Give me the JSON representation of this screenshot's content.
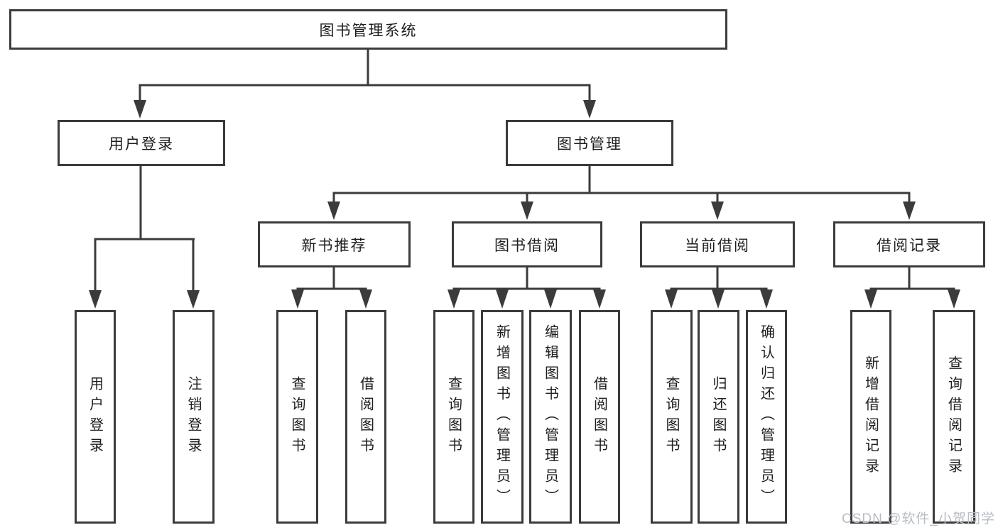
{
  "colors": {
    "line": "#3b3b3b",
    "box_border": "#3b3b3b",
    "text": "#1d1d1f",
    "background": "#ffffff",
    "watermark_text": "#b8bcc3"
  },
  "watermark": {
    "text": "CSDN @软件_小贺同学"
  },
  "tree": {
    "root": {
      "label": "图书管理系统"
    },
    "branches": [
      {
        "label": "用户登录",
        "children": [
          {
            "label": "用户登录"
          },
          {
            "label": "注销登录"
          }
        ]
      },
      {
        "label": "图书管理",
        "children": [
          {
            "label": "新书推荐",
            "children": [
              {
                "label": "查询图书"
              },
              {
                "label": "借阅图书"
              }
            ]
          },
          {
            "label": "图书借阅",
            "children": [
              {
                "label": "查询图书"
              },
              {
                "label": "新增图书（管理员）"
              },
              {
                "label": "编辑图书（管理员）"
              },
              {
                "label": "借阅图书"
              }
            ]
          },
          {
            "label": "当前借阅",
            "children": [
              {
                "label": "查询图书"
              },
              {
                "label": "归还图书"
              },
              {
                "label": "确认归还（管理员）"
              }
            ]
          },
          {
            "label": "借阅记录",
            "children": [
              {
                "label": "新增借阅记录"
              },
              {
                "label": "查询借阅记录"
              }
            ]
          }
        ]
      }
    ]
  }
}
